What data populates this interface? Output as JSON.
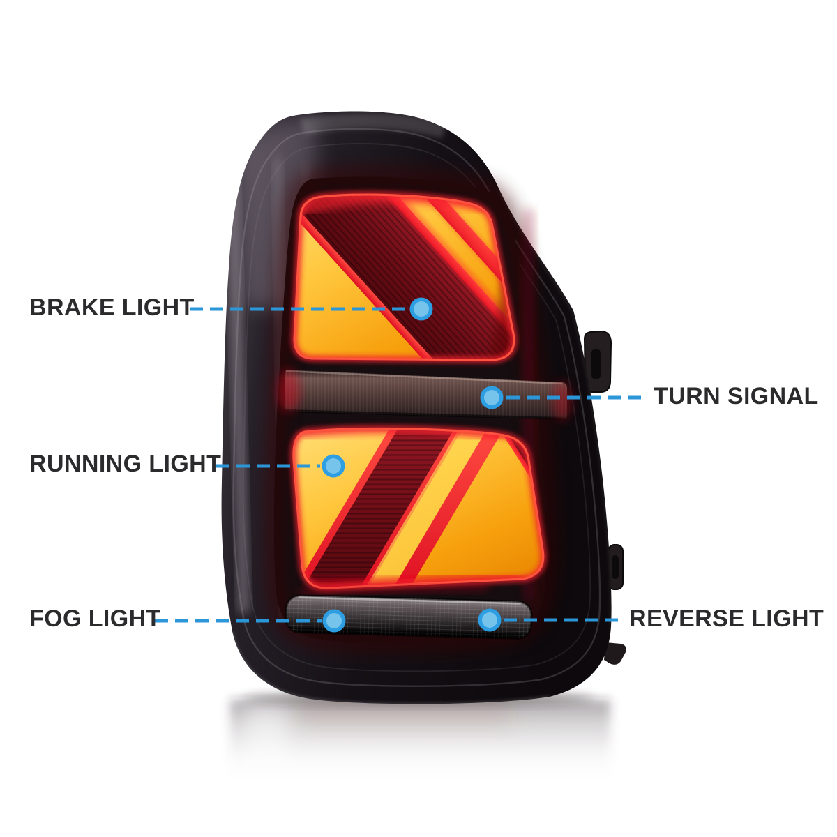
{
  "page": {
    "background": "#ffffff",
    "description": "Annotated diagram of an LED Union-Jack style tail lamp with five function callouts"
  },
  "colors": {
    "accent_blue": "#2b96d8",
    "dot_ring_blue": "#2d9ee1",
    "dot_fill_blue": "#76c3ec",
    "label_text": "#2b2b2d",
    "amber": "#f9a911",
    "bright_red": "#e81426",
    "dark_red": "#6c0d15",
    "housing_black": "#17121680"
  },
  "callouts": [
    {
      "id": "brake-light",
      "label": "BRAKE LIGHT",
      "side": "left"
    },
    {
      "id": "turn-signal",
      "label": "TURN SIGNAL",
      "side": "right"
    },
    {
      "id": "running-light",
      "label": "RUNNING LIGHT",
      "side": "left"
    },
    {
      "id": "fog-light",
      "label": "FOG LIGHT",
      "side": "left"
    },
    {
      "id": "reverse-light",
      "label": "REVERSE LIGHT",
      "side": "right"
    }
  ]
}
